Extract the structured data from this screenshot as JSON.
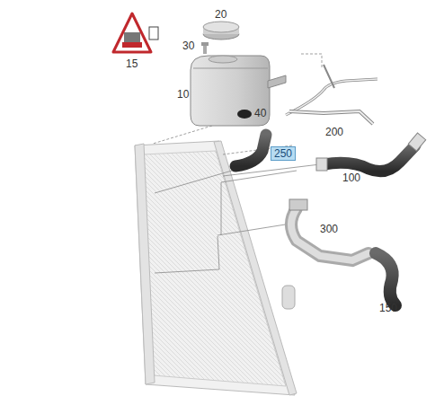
{
  "diagram": {
    "nodes": [
      {
        "text": [
          "250"
        ]
      }
    ],
    "labels": [
      "20",
      "30",
      "15",
      "10",
      "40",
      "200",
      "100",
      "300",
      "150"
    ]
  }
}
